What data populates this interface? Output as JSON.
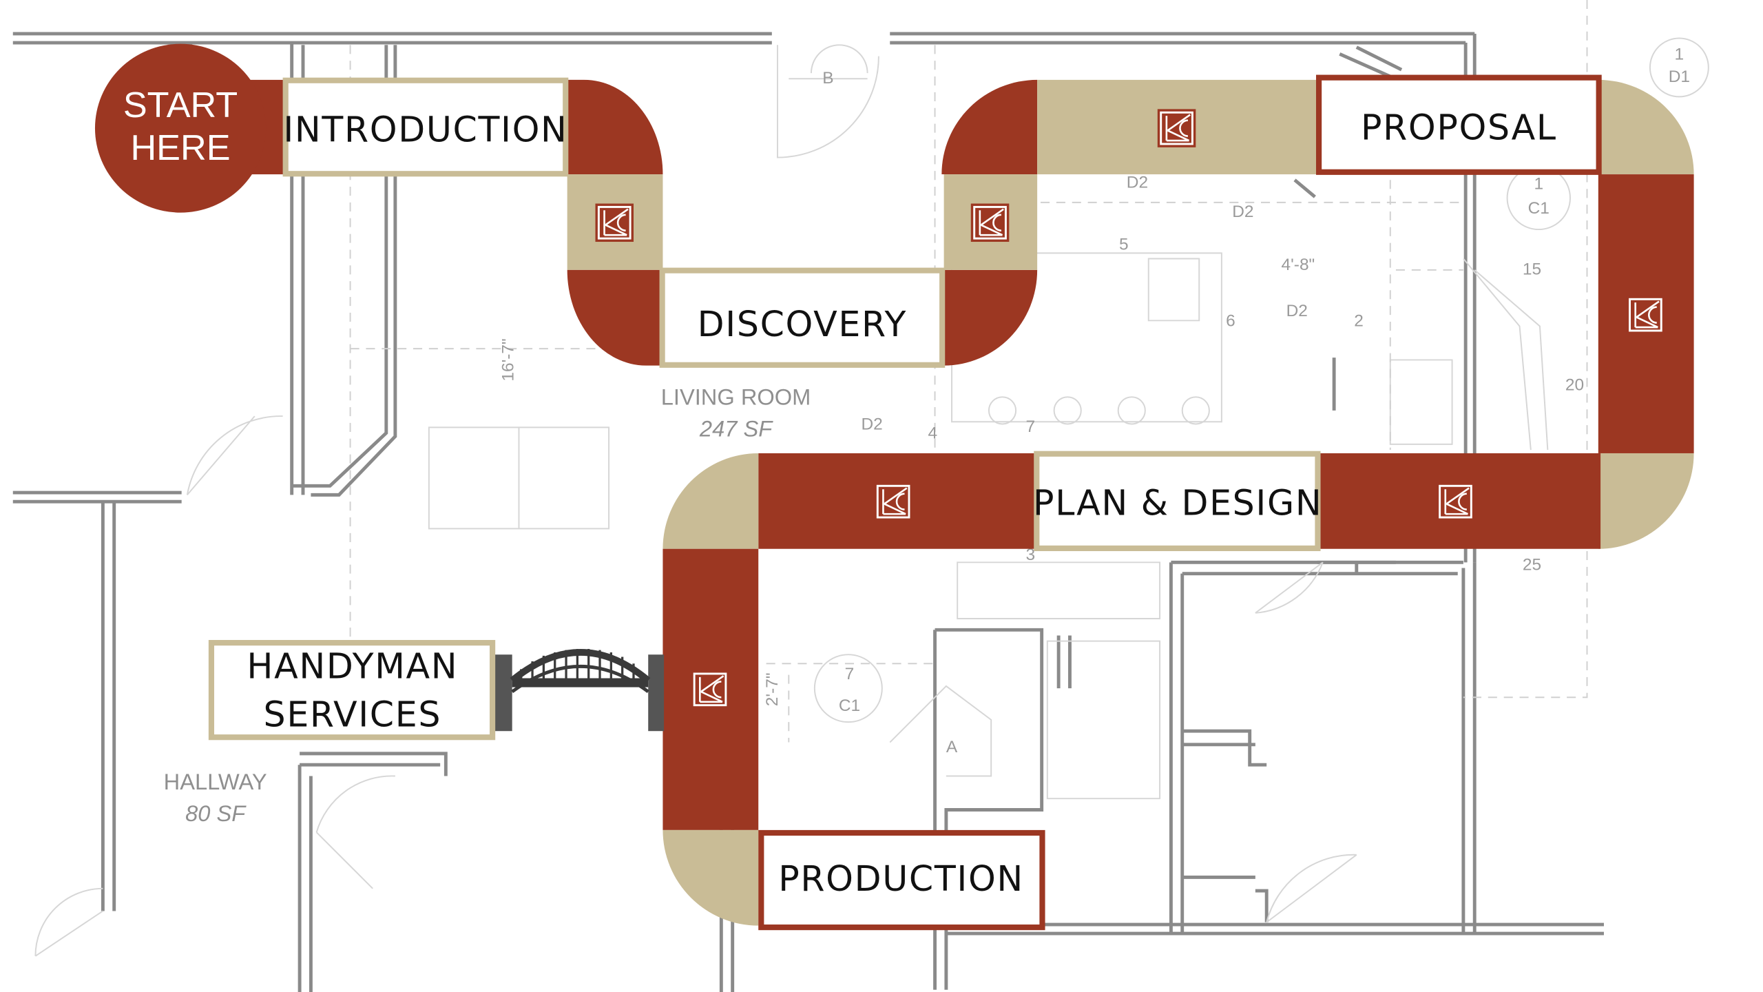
{
  "colors": {
    "red": "#9C3722",
    "tan": "#C9BC96",
    "plan_lines": "#8a8a8a",
    "text": "#111111"
  },
  "start": {
    "line1": "START",
    "line2": "HERE"
  },
  "steps": {
    "introduction": "INTRODUCTION",
    "discovery": "DISCOVERY",
    "proposal": "PROPOSAL",
    "plan_design": "PLAN & DESIGN",
    "production": "PRODUCTION",
    "handyman_line1": "HANDYMAN",
    "handyman_line2": "SERVICES"
  },
  "logo": {
    "icon": "kc-monogram-logo",
    "text": "KC"
  },
  "floor_plan": {
    "living_room": "LIVING ROOM",
    "living_room_area": "247 SF",
    "hallway": "HALLWAY",
    "hallway_area": "80 SF",
    "dimension_1": "16'-7\"",
    "dimension_2": "4'-8\"",
    "dimension_3": "2'-7\"",
    "tags": [
      "B",
      "D1",
      "1",
      "D2",
      "D2",
      "D2",
      "D2",
      "C1",
      "C1",
      "7",
      "A",
      "5",
      "6",
      "2",
      "4",
      "7",
      "3",
      "15",
      "20",
      "25",
      "1"
    ]
  }
}
